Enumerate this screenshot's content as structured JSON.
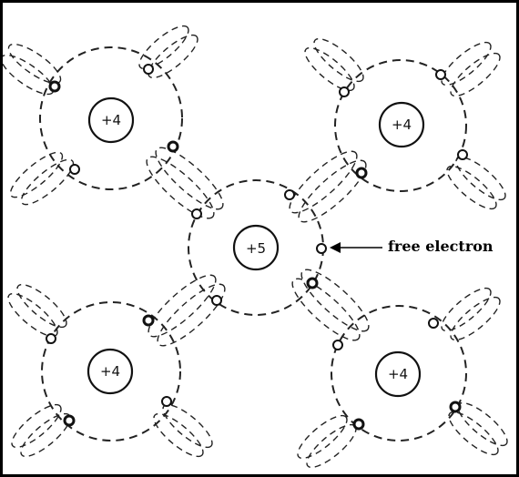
{
  "diagram": {
    "atoms": [
      {
        "id": "top-left",
        "charge": "+4"
      },
      {
        "id": "top-right",
        "charge": "+4"
      },
      {
        "id": "center",
        "charge": "+5"
      },
      {
        "id": "bottom-left",
        "charge": "+4"
      },
      {
        "id": "bottom-right",
        "charge": "+4"
      }
    ],
    "free_electron_label": "free electron"
  }
}
